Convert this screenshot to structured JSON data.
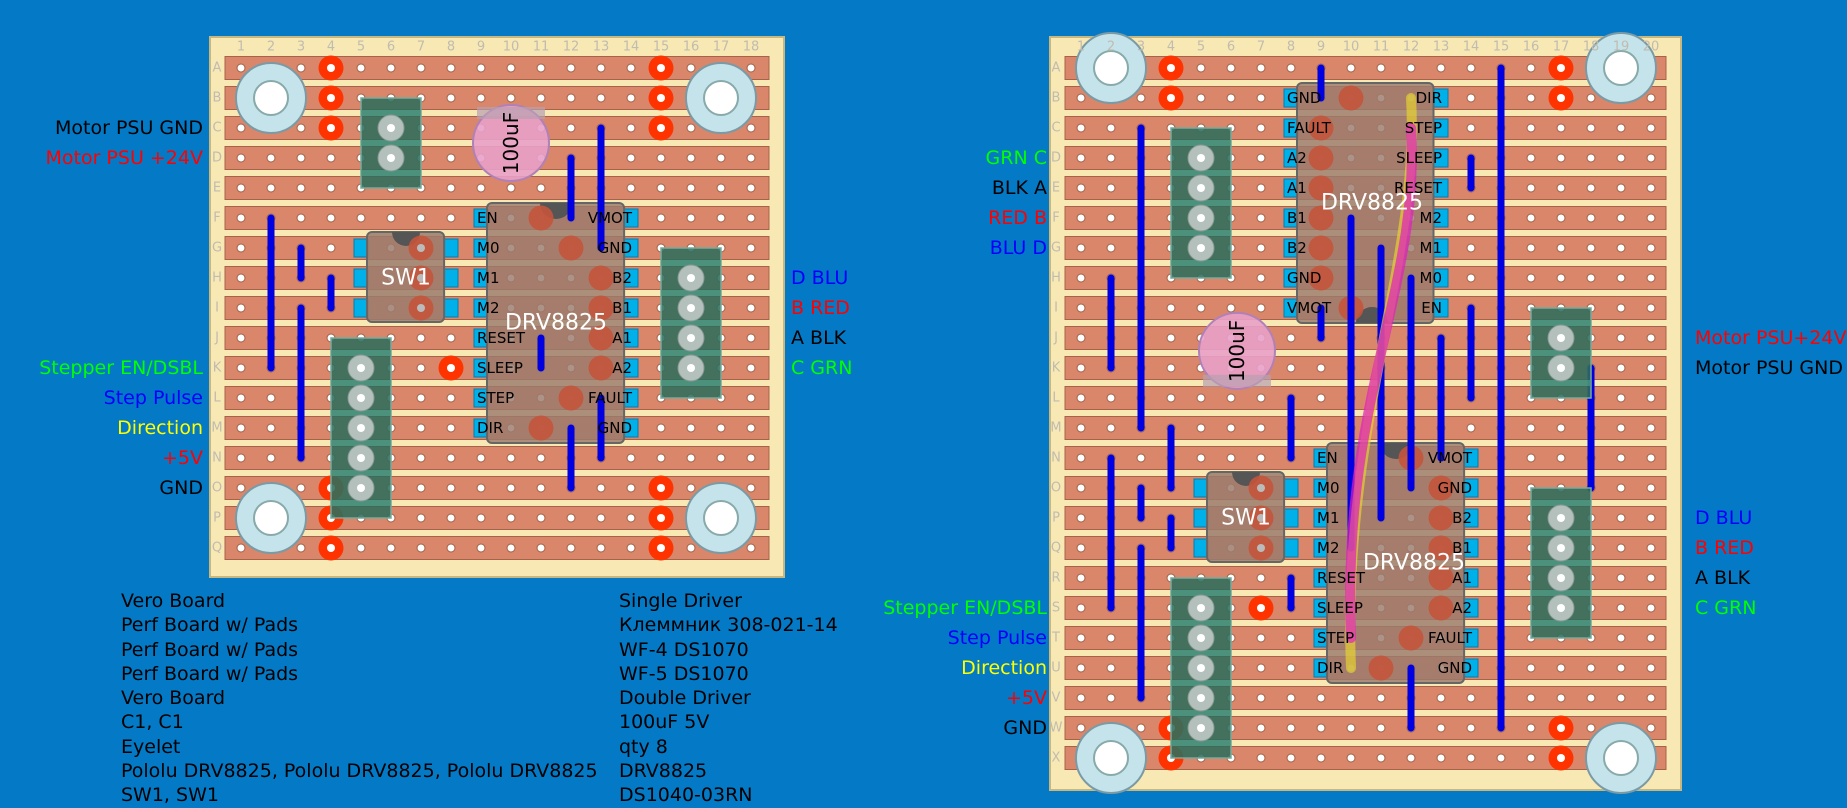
{
  "colors": {
    "background": "#0479c5",
    "board": "#f7e8b4",
    "strip": "#d9866a",
    "wire": "#0000e0",
    "pad_red": "#ff3300",
    "solder": "#c4543c",
    "pin_pad": "#00b0e8",
    "terminal": "#2e6e5c",
    "eyelet": "#c5e3ea",
    "capacitor": "#e8a0c8",
    "chip": "#9b7b6c",
    "flex_yellow": "#e6d230",
    "flex_magenta": "#e020c0"
  },
  "boards": [
    {
      "id": "single-driver",
      "col_labels": [
        "1",
        "2",
        "3",
        "4",
        "5",
        "6",
        "7",
        "8",
        "9",
        "10",
        "11",
        "12",
        "13",
        "14",
        "15",
        "16",
        "17",
        "18"
      ],
      "row_labels": [
        "A",
        "B",
        "C",
        "D",
        "E",
        "F",
        "G",
        "H",
        "I",
        "J",
        "K",
        "L",
        "M",
        "N",
        "O",
        "P",
        "Q"
      ],
      "left_labels": [
        {
          "row": "C",
          "text": "Motor PSU GND",
          "color": "#000000"
        },
        {
          "row": "D",
          "text": "Motor PSU +24V",
          "color": "#ff0000"
        },
        {
          "row": "K",
          "text": "Stepper EN/DSBL",
          "color": "#00ff00"
        },
        {
          "row": "L",
          "text": "Step Pulse",
          "color": "#0000ff"
        },
        {
          "row": "M",
          "text": "Direction",
          "color": "#ffff00"
        },
        {
          "row": "N",
          "text": "+5V",
          "color": "#ff0000"
        },
        {
          "row": "O",
          "text": "GND",
          "color": "#000000"
        }
      ],
      "right_labels": [
        {
          "row": "H",
          "text": "D BLU",
          "color": "#0000ff"
        },
        {
          "row": "I",
          "text": "B RED",
          "color": "#ff0000"
        },
        {
          "row": "J",
          "text": "A BLK",
          "color": "#000000"
        },
        {
          "row": "K",
          "text": "C GRN",
          "color": "#00ff00"
        }
      ],
      "capacitor_label": "100uF",
      "switches": [
        {
          "label": "SW1"
        }
      ],
      "drivers": [
        {
          "title": "DRV8825",
          "left_pins": [
            "EN",
            "M0",
            "M1",
            "M2",
            "RESET",
            "SLEEP",
            "STEP",
            "DIR"
          ],
          "right_pins": [
            "VMOT",
            "GND",
            "B2",
            "B1",
            "A1",
            "A2",
            "FAULT",
            "GND"
          ]
        }
      ]
    },
    {
      "id": "double-driver",
      "col_labels": [
        "1",
        "2",
        "3",
        "4",
        "5",
        "6",
        "7",
        "8",
        "9",
        "10",
        "11",
        "12",
        "13",
        "14",
        "15",
        "16",
        "17",
        "18",
        "19",
        "20"
      ],
      "row_labels": [
        "A",
        "B",
        "C",
        "D",
        "E",
        "F",
        "G",
        "H",
        "I",
        "J",
        "K",
        "L",
        "M",
        "N",
        "O",
        "P",
        "Q",
        "R",
        "S",
        "T",
        "U",
        "V",
        "W",
        "X"
      ],
      "left_labels": [
        {
          "row": "D",
          "text": "GRN C",
          "color": "#00ff00"
        },
        {
          "row": "E",
          "text": "BLK A",
          "color": "#000000"
        },
        {
          "row": "F",
          "text": "RED B",
          "color": "#ff0000"
        },
        {
          "row": "G",
          "text": "BLU D",
          "color": "#0000ff"
        },
        {
          "row": "S",
          "text": "Stepper EN/DSBL",
          "color": "#00ff00"
        },
        {
          "row": "T",
          "text": "Step Pulse",
          "color": "#0000ff"
        },
        {
          "row": "U",
          "text": "Direction",
          "color": "#ffff00"
        },
        {
          "row": "V",
          "text": "+5V",
          "color": "#ff0000"
        },
        {
          "row": "W",
          "text": "GND",
          "color": "#000000"
        }
      ],
      "right_labels": [
        {
          "row": "J",
          "text": "Motor PSU+24V",
          "color": "#ff0000"
        },
        {
          "row": "K",
          "text": "Motor PSU GND",
          "color": "#000000"
        },
        {
          "row": "P",
          "text": "D BLU",
          "color": "#0000ff"
        },
        {
          "row": "Q",
          "text": "B RED",
          "color": "#ff0000"
        },
        {
          "row": "R",
          "text": "A BLK",
          "color": "#000000"
        },
        {
          "row": "S",
          "text": "C GRN",
          "color": "#00ff00"
        }
      ],
      "capacitor_label": "100uF",
      "switches": [
        {
          "label": "SW1"
        }
      ],
      "drivers": [
        {
          "title": "DRV8825",
          "left_pins": [
            "GND",
            "FAULT",
            "A2",
            "A1",
            "B1",
            "B2",
            "GND",
            "VMOT"
          ],
          "right_pins": [
            "DIR",
            "STEP",
            "SLEEP",
            "RESET",
            "M2",
            "M1",
            "M0",
            "EN"
          ]
        },
        {
          "title": "DRV8825",
          "left_pins": [
            "EN",
            "M0",
            "M1",
            "M2",
            "RESET",
            "SLEEP",
            "STEP",
            "DIR"
          ],
          "right_pins": [
            "VMOT",
            "GND",
            "B2",
            "B1",
            "A1",
            "A2",
            "FAULT",
            "GND"
          ]
        }
      ]
    }
  ],
  "bom_left": [
    "Vero Board",
    "Perf Board w/ Pads",
    "Perf Board w/ Pads",
    "Perf Board w/ Pads",
    "Vero Board",
    "C1, C1",
    "Eyelet",
    "Pololu DRV8825, Pololu DRV8825, Pololu DRV8825",
    "SW1, SW1"
  ],
  "bom_right": [
    "Single Driver",
    "Клеммник 308-021-14",
    "WF-4 DS1070",
    "WF-5 DS1070",
    "Double Driver",
    "100uF 5V",
    "qty 8",
    "DRV8825",
    "DS1040-03RN"
  ]
}
